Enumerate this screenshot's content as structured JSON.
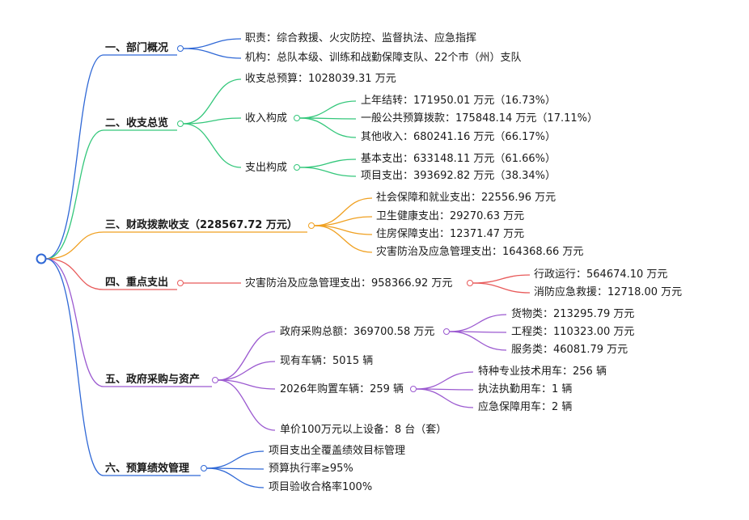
{
  "colors": {
    "blue": "#2f68d6",
    "green": "#34c77b",
    "orange": "#f0a020",
    "red": "#e85a5a",
    "purple": "#9b59d0"
  },
  "branches": {
    "b1": {
      "label": "一、部门概况",
      "children": [
        "职责：综合救援、火灾防控、监督执法、应急指挥",
        "机构：总队本级、训练和战勤保障支队、22个市（州）支队"
      ]
    },
    "b2": {
      "label": "二、收支总览",
      "total": "收支总预算：1028039.31 万元",
      "income": {
        "label": "收入构成",
        "children": [
          "上年结转：171950.01 万元（16.73%）",
          "一般公共预算拨款：175848.14 万元（17.11%）",
          "其他收入：680241.16 万元（66.17%）"
        ]
      },
      "expense": {
        "label": "支出构成",
        "children": [
          "基本支出：633148.11 万元（61.66%）",
          "项目支出：393692.82 万元（38.34%）"
        ]
      }
    },
    "b3": {
      "label": "三、财政拨款收支（228567.72 万元）",
      "children": [
        "社会保障和就业支出：22556.96 万元",
        "卫生健康支出：29270.63 万元",
        "住房保障支出：12371.47 万元",
        "灾害防治及应急管理支出：164368.66 万元"
      ]
    },
    "b4": {
      "label": "四、重点支出",
      "item": {
        "label": "灾害防治及应急管理支出：958366.92 万元",
        "children": [
          "行政运行：564674.10 万元",
          "消防应急救援：12718.00 万元"
        ]
      }
    },
    "b5": {
      "label": "五、政府采购与资产",
      "procurement": {
        "label": "政府采购总额：369700.58 万元",
        "children": [
          "货物类：213295.79 万元",
          "工程类：110323.00 万元",
          "服务类：46081.79 万元"
        ]
      },
      "vehicles": "现有车辆：5015 辆",
      "purchase": {
        "label": "2026年购置车辆：259 辆",
        "children": [
          "特种专业技术用车：256 辆",
          "执法执勤用车：1 辆",
          "应急保障用车：2 辆"
        ]
      },
      "equipment": "单价100万元以上设备：8 台（套）"
    },
    "b6": {
      "label": "六、预算绩效管理",
      "children": [
        "项目支出全覆盖绩效目标管理",
        "预算执行率≥95%",
        "项目验收合格率100%"
      ]
    }
  }
}
